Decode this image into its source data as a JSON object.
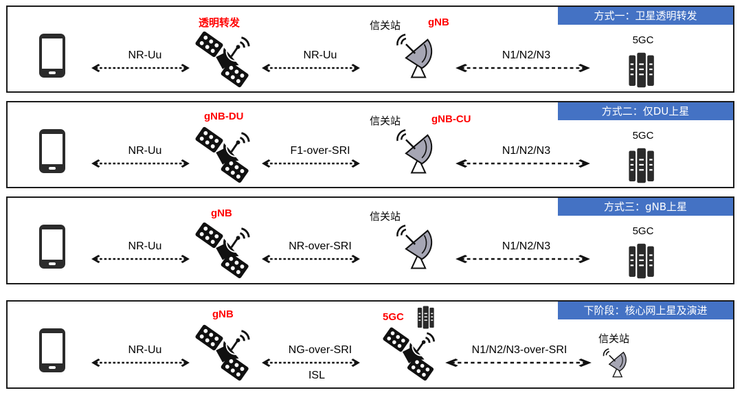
{
  "diagram": {
    "title": "卫星通信网络架构方式",
    "colors": {
      "tag_bg": "#4472c4",
      "highlight_text": "#ff0000",
      "icon_dark": "#222222",
      "dish_fill": "#a6a6b4"
    },
    "panels": [
      {
        "tag": "方式一：卫星透明转发",
        "satellite_label": "透明转发",
        "gateway_label": "信关站",
        "gateway_role": "gNB",
        "links": [
          {
            "label": "NR-Uu"
          },
          {
            "label": "NR-Uu"
          },
          {
            "label": "N1/N2/N3"
          }
        ],
        "core_label": "5GC"
      },
      {
        "tag": "方式二：仅DU上星",
        "satellite_label": "gNB-DU",
        "gateway_label": "信关站",
        "gateway_role": "gNB-CU",
        "links": [
          {
            "label": "NR-Uu"
          },
          {
            "label": "F1-over-SRI"
          },
          {
            "label": "N1/N2/N3"
          }
        ],
        "core_label": "5GC"
      },
      {
        "tag": "方式三：gNB上星",
        "satellite_label": "gNB",
        "gateway_label": "信关站",
        "gateway_role": "",
        "links": [
          {
            "label": "NR-Uu"
          },
          {
            "label": "NR-over-SRI"
          },
          {
            "label": "N1/N2/N3"
          }
        ],
        "core_label": "5GC"
      },
      {
        "tag": "下阶段：核心网上星及演进",
        "satellite_label": "gNB",
        "second_satellite_label": "5GC",
        "links": [
          {
            "label": "NR-Uu"
          },
          {
            "label": "NG-over-SRI",
            "sublabel": "ISL"
          },
          {
            "label": "N1/N2/N3-over-SRI"
          }
        ],
        "gateway_label": "信关站"
      }
    ]
  }
}
